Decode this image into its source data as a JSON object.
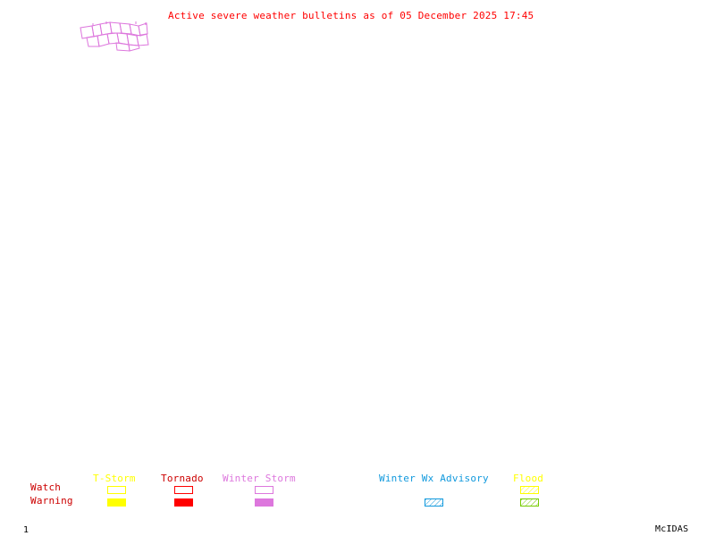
{
  "title": "Active severe weather bulletins as of 05 December 2025 17:45",
  "legend": {
    "row_labels": {
      "watch": "Watch",
      "warning": "Warning"
    },
    "row_label_color": "#cc0000",
    "categories": [
      {
        "id": "tstorm",
        "label": "T-Storm",
        "color": "#ffff00",
        "watch": "outline",
        "warning": "filled"
      },
      {
        "id": "tornado",
        "label": "Tornado",
        "color": "#ff0000",
        "watch": "outline",
        "warning": "filled"
      },
      {
        "id": "winter-storm",
        "label": "Winter Storm",
        "color": "#dd77dd",
        "watch": "outline",
        "warning": "filled"
      },
      {
        "id": "winter-wx-advisory",
        "label": "Winter Wx Advisory",
        "color": "#1199dd",
        "watch": "none",
        "warning": "hatched"
      },
      {
        "id": "flood",
        "label": "Flood",
        "color": "#ffff00",
        "warning_color": "#77cc00",
        "watch": "hatched",
        "warning": "hatched"
      }
    ]
  },
  "active_bulletins": [
    {
      "type": "Winter Storm",
      "level": "Warning",
      "color": "#dd77dd"
    }
  ],
  "footer": {
    "frame_number": "1",
    "software": "McIDAS"
  }
}
